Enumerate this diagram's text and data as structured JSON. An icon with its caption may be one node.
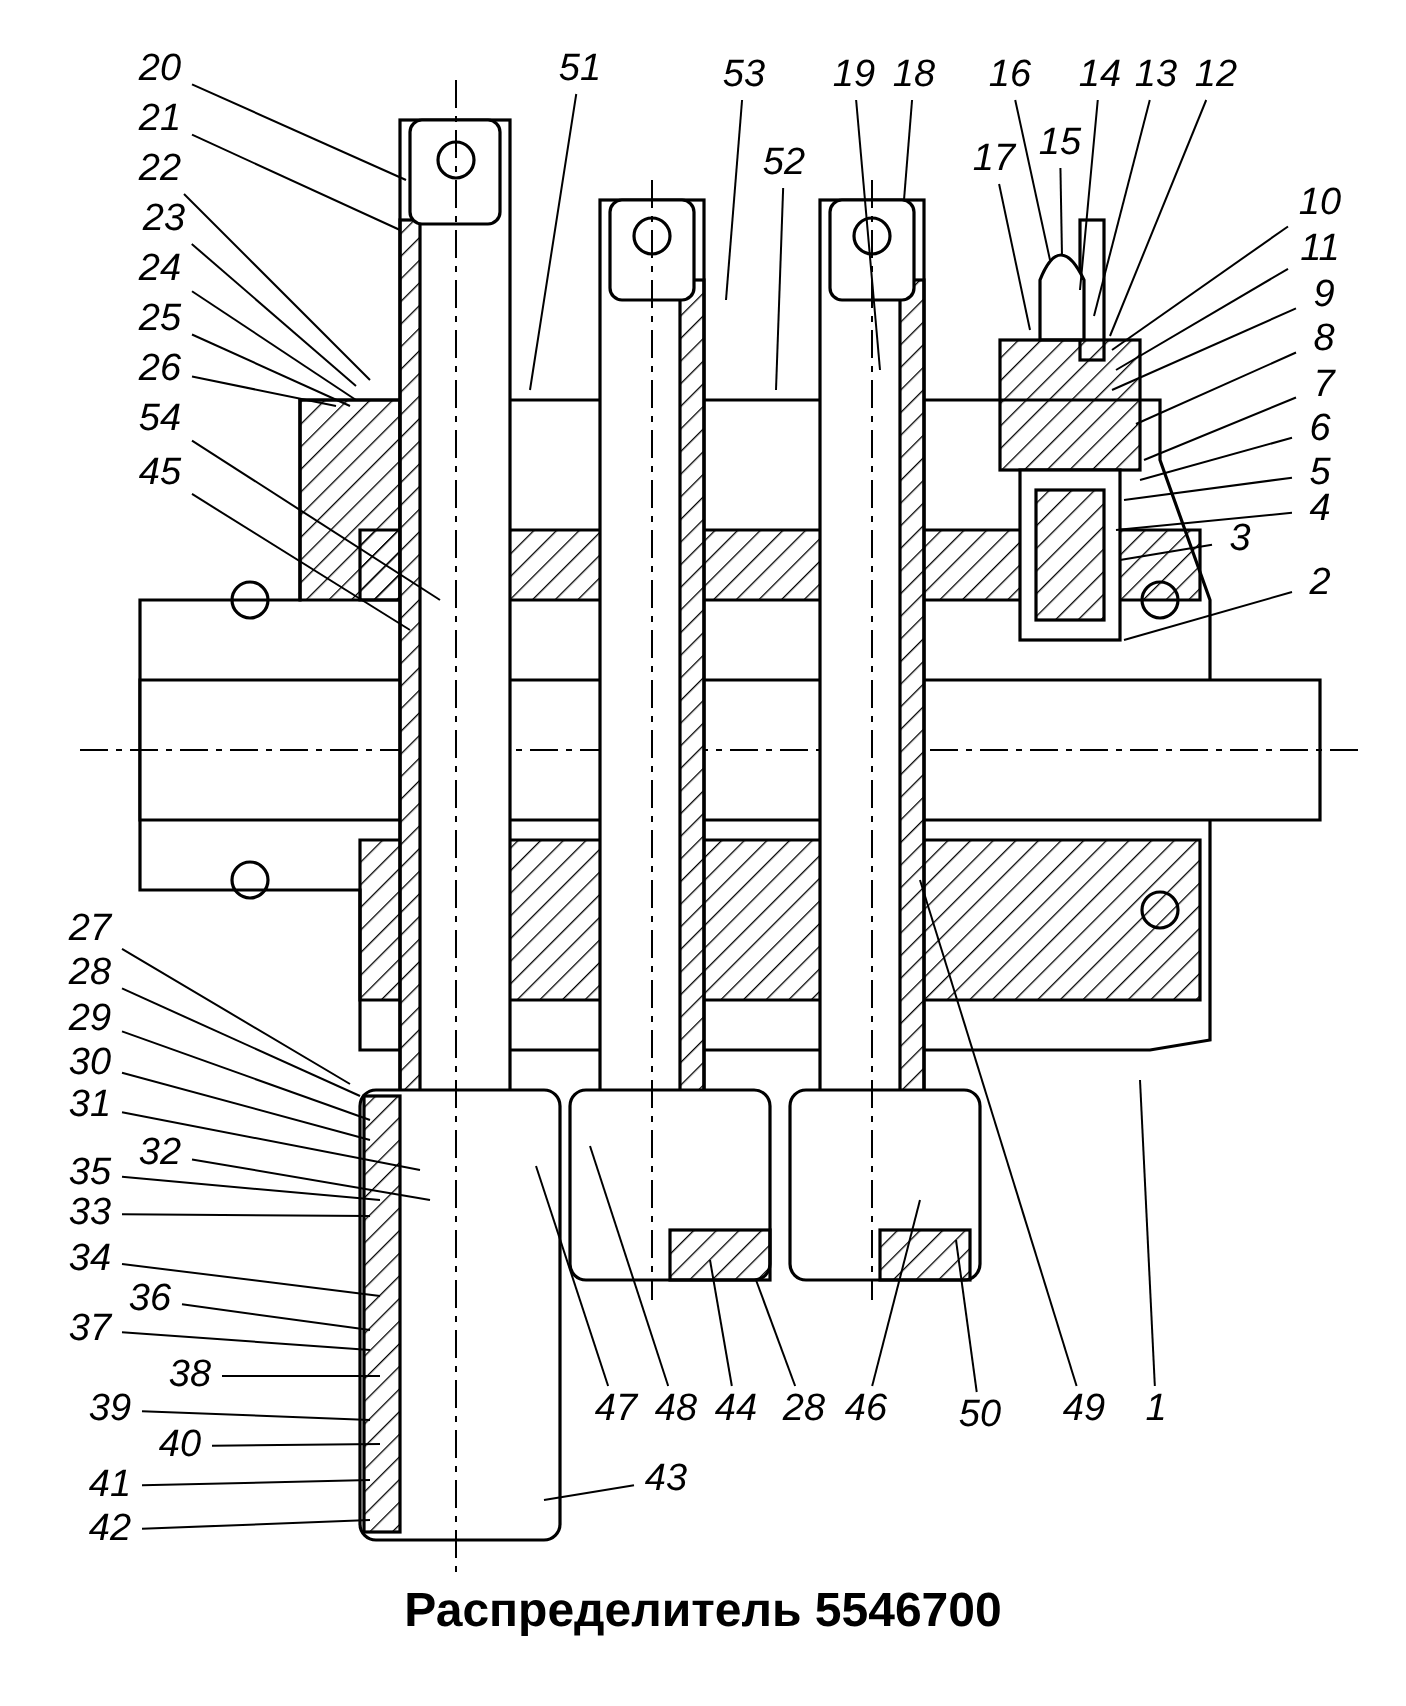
{
  "diagram": {
    "title": "Распределитель 5546700",
    "nodes": [
      {
        "text": [
          "20"
        ]
      },
      {
        "text": [
          "51"
        ]
      },
      {
        "text": [
          "53"
        ]
      },
      {
        "text": [
          "19"
        ]
      },
      {
        "text": [
          "18"
        ]
      },
      {
        "text": [
          "16"
        ]
      },
      {
        "text": [
          "14"
        ]
      },
      {
        "text": [
          "13"
        ]
      },
      {
        "text": [
          "12"
        ]
      },
      {
        "text": [
          "21"
        ]
      },
      {
        "text": [
          "22"
        ]
      },
      {
        "text": [
          "15"
        ]
      },
      {
        "text": [
          "17"
        ]
      },
      {
        "text": [
          "52"
        ]
      },
      {
        "text": [
          "10"
        ]
      },
      {
        "text": [
          "23"
        ]
      },
      {
        "text": [
          "11"
        ]
      },
      {
        "text": [
          "24"
        ]
      },
      {
        "text": [
          "9"
        ]
      },
      {
        "text": [
          "25"
        ]
      },
      {
        "text": [
          "8"
        ]
      },
      {
        "text": [
          "26"
        ]
      },
      {
        "text": [
          "7"
        ]
      },
      {
        "text": [
          "54"
        ]
      },
      {
        "text": [
          "6"
        ]
      },
      {
        "text": [
          "5"
        ]
      },
      {
        "text": [
          "45"
        ]
      },
      {
        "text": [
          "4"
        ]
      },
      {
        "text": [
          "3"
        ]
      },
      {
        "text": [
          "2"
        ]
      },
      {
        "text": [
          "27"
        ]
      },
      {
        "text": [
          "28"
        ]
      },
      {
        "text": [
          "29"
        ]
      },
      {
        "text": [
          "30"
        ]
      },
      {
        "text": [
          "31"
        ]
      },
      {
        "text": [
          "32"
        ]
      },
      {
        "text": [
          "35"
        ]
      },
      {
        "text": [
          "33"
        ]
      },
      {
        "text": [
          "34"
        ]
      },
      {
        "text": [
          "36"
        ]
      },
      {
        "text": [
          "37"
        ]
      },
      {
        "text": [
          "38"
        ]
      },
      {
        "text": [
          "39"
        ]
      },
      {
        "text": [
          "40"
        ]
      },
      {
        "text": [
          "41"
        ]
      },
      {
        "text": [
          "42"
        ]
      },
      {
        "text": [
          "47"
        ]
      },
      {
        "text": [
          "48"
        ]
      },
      {
        "text": [
          "44"
        ]
      },
      {
        "text": [
          "28"
        ]
      },
      {
        "text": [
          "46"
        ]
      },
      {
        "text": [
          "50"
        ]
      },
      {
        "text": [
          "49"
        ]
      },
      {
        "text": [
          "1"
        ]
      },
      {
        "text": [
          "43"
        ]
      }
    ],
    "edges": [
      {
        "from": 0,
        "to": null,
        "arrow": "none"
      },
      {
        "from": 1,
        "to": null,
        "arrow": "none"
      },
      {
        "from": 2,
        "to": null,
        "arrow": "none"
      },
      {
        "from": 3,
        "to": null,
        "arrow": "none"
      },
      {
        "from": 4,
        "to": null,
        "arrow": "none"
      },
      {
        "from": 5,
        "to": null,
        "arrow": "none"
      },
      {
        "from": 6,
        "to": null,
        "arrow": "none"
      },
      {
        "from": 7,
        "to": null,
        "arrow": "none"
      },
      {
        "from": 8,
        "to": null,
        "arrow": "none"
      },
      {
        "from": 9,
        "to": null,
        "arrow": "none"
      },
      {
        "from": 10,
        "to": null,
        "arrow": "none"
      },
      {
        "from": 11,
        "to": null,
        "arrow": "none"
      },
      {
        "from": 12,
        "to": null,
        "arrow": "none"
      },
      {
        "from": 13,
        "to": null,
        "arrow": "none"
      },
      {
        "from": 14,
        "to": null,
        "arrow": "none"
      },
      {
        "from": 15,
        "to": null,
        "arrow": "none"
      },
      {
        "from": 16,
        "to": null,
        "arrow": "none"
      },
      {
        "from": 17,
        "to": null,
        "arrow": "none"
      },
      {
        "from": 18,
        "to": null,
        "arrow": "none"
      },
      {
        "from": 19,
        "to": null,
        "arrow": "none"
      },
      {
        "from": 20,
        "to": null,
        "arrow": "none"
      },
      {
        "from": 21,
        "to": null,
        "arrow": "none"
      },
      {
        "from": 22,
        "to": null,
        "arrow": "none"
      },
      {
        "from": 23,
        "to": null,
        "arrow": "none"
      },
      {
        "from": 24,
        "to": null,
        "arrow": "none"
      },
      {
        "from": 25,
        "to": null,
        "arrow": "none"
      },
      {
        "from": 26,
        "to": null,
        "arrow": "none"
      },
      {
        "from": 27,
        "to": null,
        "arrow": "none"
      },
      {
        "from": 28,
        "to": null,
        "arrow": "none"
      },
      {
        "from": 29,
        "to": null,
        "arrow": "none"
      },
      {
        "from": 30,
        "to": null,
        "arrow": "none"
      },
      {
        "from": 31,
        "to": null,
        "arrow": "none"
      },
      {
        "from": 32,
        "to": null,
        "arrow": "none"
      },
      {
        "from": 33,
        "to": null,
        "arrow": "none"
      },
      {
        "from": 34,
        "to": null,
        "arrow": "none"
      },
      {
        "from": 35,
        "to": null,
        "arrow": "none"
      },
      {
        "from": 36,
        "to": null,
        "arrow": "none"
      },
      {
        "from": 37,
        "to": null,
        "arrow": "none"
      },
      {
        "from": 38,
        "to": null,
        "arrow": "none"
      },
      {
        "from": 39,
        "to": null,
        "arrow": "none"
      },
      {
        "from": 40,
        "to": null,
        "arrow": "none"
      },
      {
        "from": 41,
        "to": null,
        "arrow": "none"
      },
      {
        "from": 42,
        "to": null,
        "arrow": "none"
      },
      {
        "from": 43,
        "to": null,
        "arrow": "none"
      },
      {
        "from": 44,
        "to": null,
        "arrow": "none"
      },
      {
        "from": 45,
        "to": null,
        "arrow": "none"
      },
      {
        "from": 46,
        "to": null,
        "arrow": "none"
      },
      {
        "from": 47,
        "to": null,
        "arrow": "none"
      },
      {
        "from": 48,
        "to": null,
        "arrow": "none"
      },
      {
        "from": 49,
        "to": null,
        "arrow": "none"
      },
      {
        "from": 50,
        "to": null,
        "arrow": "none"
      },
      {
        "from": 51,
        "to": null,
        "arrow": "none"
      },
      {
        "from": 52,
        "to": null,
        "arrow": "none"
      },
      {
        "from": 53,
        "to": null,
        "arrow": "none"
      },
      {
        "from": 54,
        "to": null,
        "arrow": "none"
      }
    ]
  }
}
